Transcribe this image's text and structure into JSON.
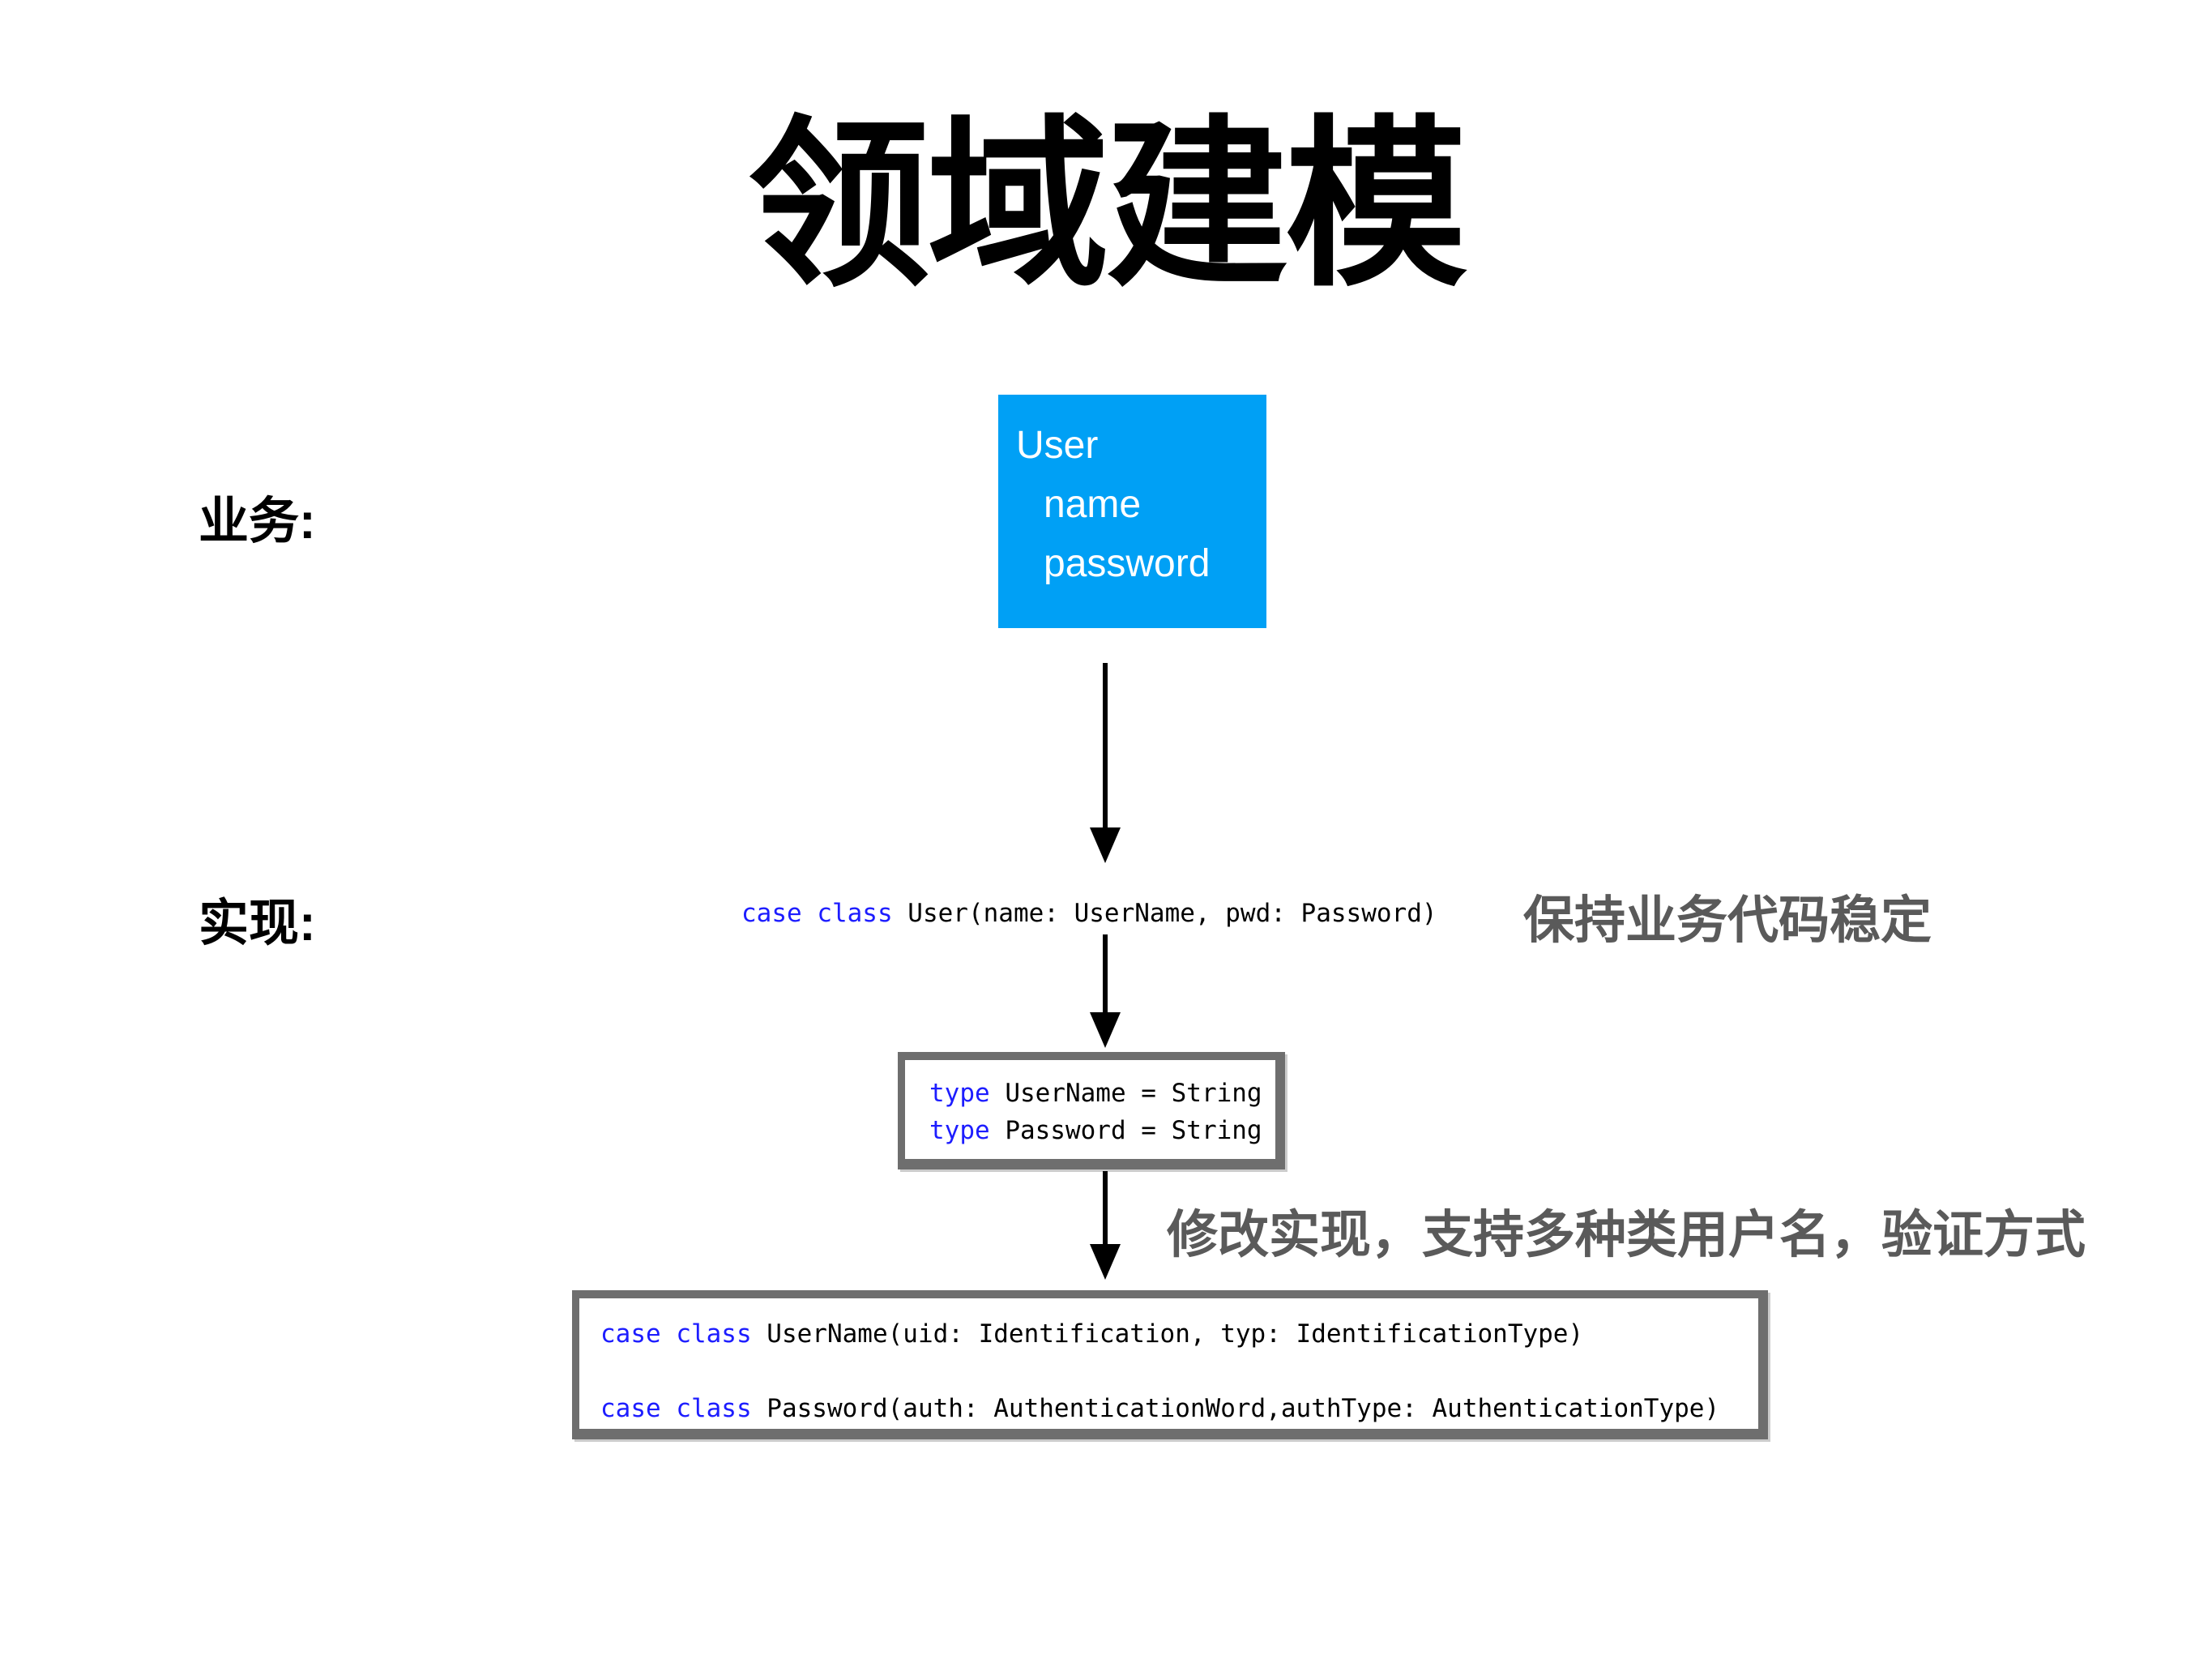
{
  "slide": {
    "title": "领域建模",
    "labels": {
      "business": "业务:",
      "implementation": "实现:"
    },
    "business_box": {
      "lines": [
        "User",
        "name",
        "password"
      ]
    },
    "code_line": {
      "keyword": "case class",
      "rest": " User(name: UserName, pwd: Password)"
    },
    "notes": {
      "keep_stable": "保持业务代码稳定",
      "modify_impl": "修改实现，支持多种类用户名，验证方式"
    },
    "type_box": {
      "lines": [
        {
          "keyword": "type",
          "rest": " UserName = String"
        },
        {
          "keyword": "type",
          "rest": " Password = String"
        }
      ]
    },
    "case_class_box": {
      "lines": [
        {
          "keyword": "case class",
          "rest": " UserName(uid: Identification, typ: IdentificationType)"
        },
        {
          "keyword": "case class",
          "rest": " Password(auth: AuthenticationWord,authType: AuthenticationType)"
        }
      ]
    },
    "colors": {
      "accent_blue": "#00A0F5",
      "keyword_blue": "#1D1DFF",
      "note_gray": "#5A5A5A",
      "border_gray": "#6E6E6E"
    }
  }
}
